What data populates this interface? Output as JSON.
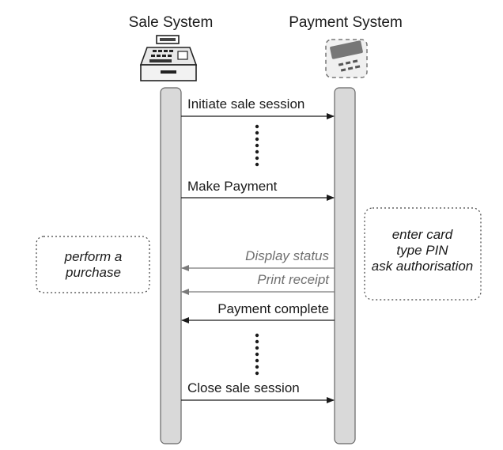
{
  "participants": {
    "sale_system": "Sale System",
    "payment_system": "Payment System"
  },
  "messages": {
    "initiate": "Initiate sale session",
    "make_payment": "Make Payment",
    "display_status": "Display status",
    "print_receipt": "Print receipt",
    "payment_complete": "Payment complete",
    "close_session": "Close sale session"
  },
  "notes": {
    "left": [
      "perform a",
      "purchase"
    ],
    "right": [
      "enter card",
      "type PIN",
      "ask authorisation"
    ]
  },
  "icons": {
    "sale_system": "cash-register-icon",
    "payment_system": "card-reader-icon"
  },
  "colors": {
    "lifeline_fill": "#d9d9d9",
    "arrow_black": "#1a1a1a",
    "arrow_gray": "#7a7a7a"
  }
}
